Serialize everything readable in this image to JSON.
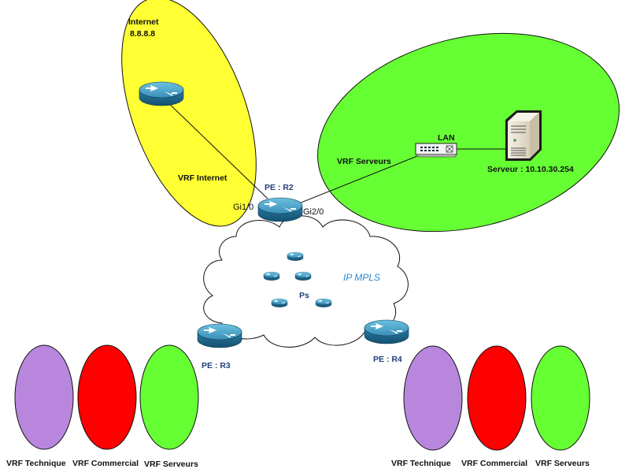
{
  "diagram": {
    "internet_zone": {
      "title": "Internet",
      "ip": "8.8.8.8",
      "vrf_label": "VRF Internet",
      "color": "#ffff33"
    },
    "servers_zone": {
      "vrf_label": "VRF Serveurs",
      "switch_label": "LAN",
      "server_label": "Serveur : 10.10.30.254",
      "color": "#66ff33"
    },
    "pe_r2": {
      "label": "PE : R2",
      "port_left": "Gi1/0",
      "port_right": "Gi2/0"
    },
    "core": {
      "label": "IP MPLS",
      "p_label": "Ps",
      "p_router_count": 5
    },
    "pe_r3": {
      "label": "PE : R3",
      "vrfs": [
        {
          "label": "VRF Technique",
          "color": "#b887dd"
        },
        {
          "label": "VRF Commercial",
          "color": "#ff0000"
        },
        {
          "label": "VRF Serveurs",
          "color": "#66ff33"
        }
      ]
    },
    "pe_r4": {
      "label": "PE : R4",
      "vrfs": [
        {
          "label": "VRF Technique",
          "color": "#b887dd"
        },
        {
          "label": "VRF Commercial",
          "color": "#ff0000"
        },
        {
          "label": "VRF Serveurs",
          "color": "#66ff33"
        }
      ]
    },
    "colors": {
      "router_top": "#4aa0c6",
      "router_side": "#1f6f96",
      "label_blue": "#1f3f7a",
      "mpls_text": "#2a86d0"
    }
  }
}
